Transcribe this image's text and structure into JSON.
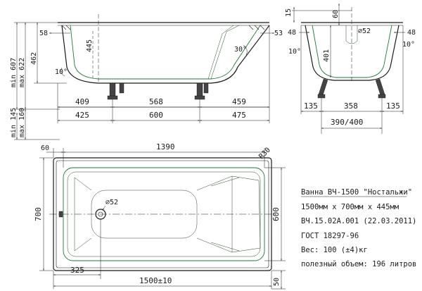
{
  "side_view": {
    "height_min": "min 607",
    "height_max": "max 622",
    "depth": "462",
    "inner_depth": "445",
    "rim_left": "58",
    "rim_right": "53",
    "slope_left": "10°",
    "slope_right": "30°",
    "row1": [
      "409",
      "568",
      "459"
    ],
    "row2": [
      "425",
      "600",
      "475"
    ],
    "leg_min": "min 145",
    "leg_max": "max 160"
  },
  "end_view": {
    "top_15": "15",
    "top_60": "60",
    "drain": "⌀52",
    "rim_48_left": "48",
    "rim_48_right": "48",
    "slope_left": "10°",
    "slope_right": "10°",
    "height_401": "401",
    "bottom": [
      "135",
      "358",
      "135"
    ],
    "leg_span": "390/400"
  },
  "plan_view": {
    "rim_60": "60",
    "length_top": "1390",
    "radius": "R30",
    "width_700": "700",
    "width_600": "600",
    "drain": "⌀52",
    "drain_offset": "325",
    "length_bottom": "1500±10",
    "bottom_50": "50"
  },
  "spec": {
    "name": "Ванна ВЧ-1500 \"Ностальжи\"",
    "size": "1500мм х 700мм х 445мм",
    "code": "ВЧ.15.02А.001 (22.03.2011)",
    "gost": "ГОСТ 18297-96",
    "weight": "Вес: 100 (±4)кг",
    "volume": "полезный объем: 196 литров"
  }
}
